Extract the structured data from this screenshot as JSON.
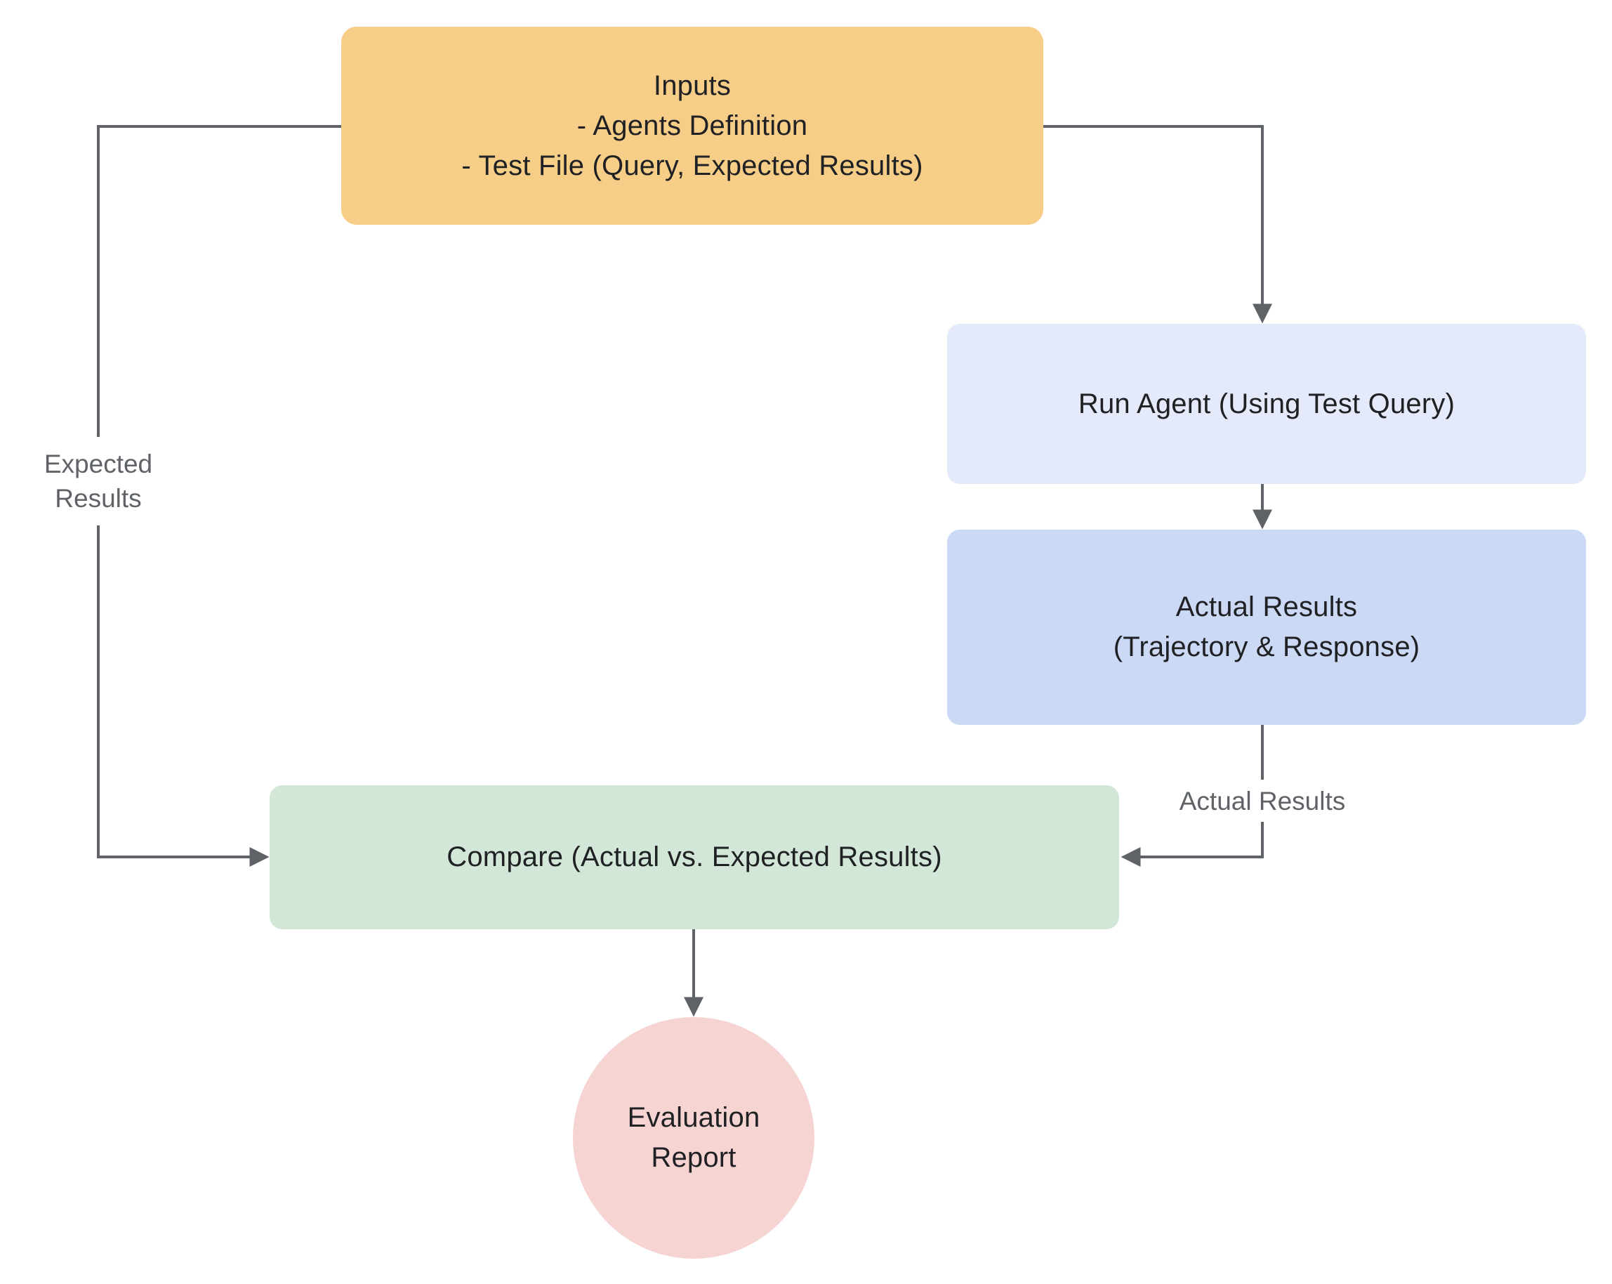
{
  "diagram": {
    "type": "flowchart",
    "background": "#FFFFFF",
    "nodes": [
      {
        "id": "inputs",
        "shape": "rounded-rect",
        "fill": "#F7CE87",
        "lines": [
          "Inputs",
          "- Agents Definition",
          "- Test File (Query, Expected Results)"
        ]
      },
      {
        "id": "run-agent",
        "shape": "rounded-rect",
        "fill": "#E5EAFA",
        "lines": [
          "Run Agent (Using Test Query)"
        ]
      },
      {
        "id": "actual-results",
        "shape": "rounded-rect",
        "fill": "#CBD9F5",
        "lines": [
          "Actual Results",
          "(Trajectory & Response)"
        ]
      },
      {
        "id": "compare",
        "shape": "rounded-rect",
        "fill": "#D3E7D8",
        "lines": [
          "Compare (Actual vs. Expected Results)"
        ]
      },
      {
        "id": "evaluation-report",
        "shape": "circle",
        "fill": "#F5D4D2",
        "lines": [
          "Evaluation",
          "Report"
        ]
      }
    ],
    "edges": [
      {
        "from": "inputs",
        "to": "run-agent",
        "label": ""
      },
      {
        "from": "inputs",
        "to": "compare",
        "label": "Expected Results"
      },
      {
        "from": "run-agent",
        "to": "actual-results",
        "label": ""
      },
      {
        "from": "actual-results",
        "to": "compare",
        "label": "Actual Results"
      },
      {
        "from": "compare",
        "to": "evaluation-report",
        "label": ""
      }
    ],
    "colors": {
      "connector_line": "#5F6368",
      "node_text": "#202124",
      "edge_label_text": "#5F6368",
      "inputs_fill": "#F7CE87",
      "run_agent_fill": "#E5EAFA",
      "actual_results_fill": "#CBD9F5",
      "compare_fill": "#D3E7D8",
      "evaluation_report_fill": "#F5D4D2"
    }
  }
}
